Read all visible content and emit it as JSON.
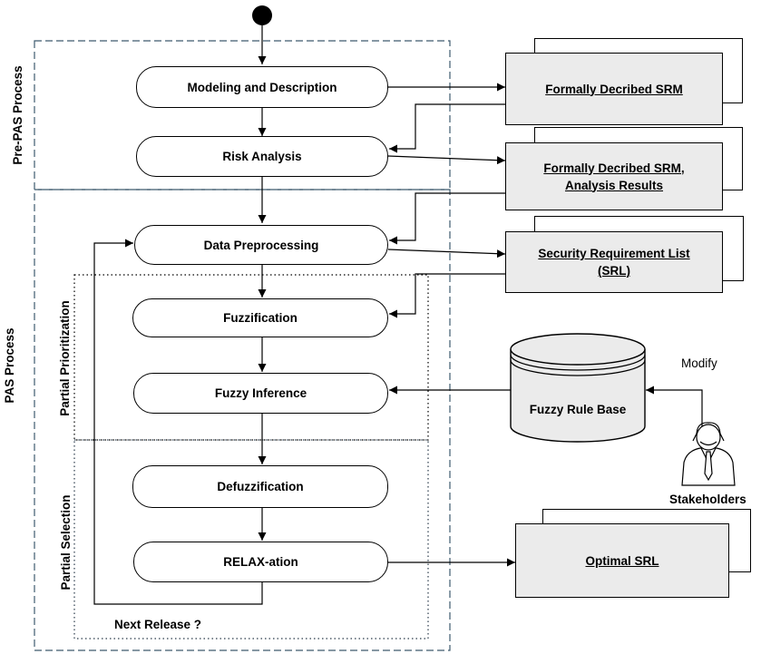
{
  "regions": {
    "pre_pas": "Pre-PAS Process",
    "pas": "PAS  Process",
    "partial_prioritization": "Partial Prioritization",
    "partial_selection": "Partial Selection"
  },
  "processes": {
    "modeling": "Modeling and Description",
    "risk": "Risk Analysis",
    "preprocessing": "Data Preprocessing",
    "fuzzification": "Fuzzification",
    "inference": "Fuzzy Inference",
    "defuzzification": "Defuzzification",
    "relax": "RELAX-ation"
  },
  "documents": {
    "srm": "Formally Decribed SRM",
    "srm_results_line1": "Formally Decribed SRM,",
    "srm_results_line2": "Analysis Results",
    "srl_line1": "Security Requirement List",
    "srl_line2": "(SRL)",
    "optimal": "Optimal SRL"
  },
  "database": "Fuzzy Rule Base",
  "modify": "Modify",
  "stakeholders": "Stakeholders",
  "next_release": "Next Release ?"
}
